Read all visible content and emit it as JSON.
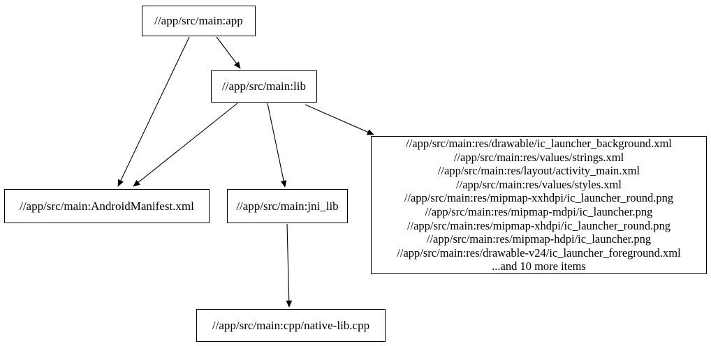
{
  "diagram": {
    "kind": "build-dependency-graph",
    "background_color": "#ffffff",
    "node_border_color": "#000000",
    "node_fill_color": "#ffffff",
    "text_color": "#000000",
    "edge_color": "#000000",
    "nodes": {
      "app": {
        "label": "//app/src/main:app"
      },
      "lib": {
        "label": "//app/src/main:lib"
      },
      "android_manifest": {
        "label": "//app/src/main:AndroidManifest.xml"
      },
      "jni_lib": {
        "label": "//app/src/main:jni_lib"
      },
      "res_group": {
        "label": "//app/src/main:res/drawable/ic_launcher_background.xml\n//app/src/main:res/values/strings.xml\n//app/src/main:res/layout/activity_main.xml\n//app/src/main:res/values/styles.xml\n//app/src/main:res/mipmap-xxhdpi/ic_launcher_round.png\n//app/src/main:res/mipmap-mdpi/ic_launcher.png\n//app/src/main:res/mipmap-xhdpi/ic_launcher_round.png\n//app/src/main:res/mipmap-hdpi/ic_launcher.png\n//app/src/main:res/drawable-v24/ic_launcher_foreground.xml\n...and 10 more items",
        "items": [
          "//app/src/main:res/drawable/ic_launcher_background.xml",
          "//app/src/main:res/values/strings.xml",
          "//app/src/main:res/layout/activity_main.xml",
          "//app/src/main:res/values/styles.xml",
          "//app/src/main:res/mipmap-xxhdpi/ic_launcher_round.png",
          "//app/src/main:res/mipmap-mdpi/ic_launcher.png",
          "//app/src/main:res/mipmap-xhdpi/ic_launcher_round.png",
          "//app/src/main:res/mipmap-hdpi/ic_launcher.png",
          "//app/src/main:res/drawable-v24/ic_launcher_foreground.xml"
        ],
        "more_items_note": "...and 10 more items"
      },
      "native_lib": {
        "label": "//app/src/main:cpp/native-lib.cpp"
      }
    },
    "edges": [
      {
        "from": "app",
        "to": "lib"
      },
      {
        "from": "app",
        "to": "android_manifest"
      },
      {
        "from": "lib",
        "to": "android_manifest"
      },
      {
        "from": "lib",
        "to": "jni_lib"
      },
      {
        "from": "lib",
        "to": "res_group"
      },
      {
        "from": "jni_lib",
        "to": "native_lib"
      }
    ]
  }
}
